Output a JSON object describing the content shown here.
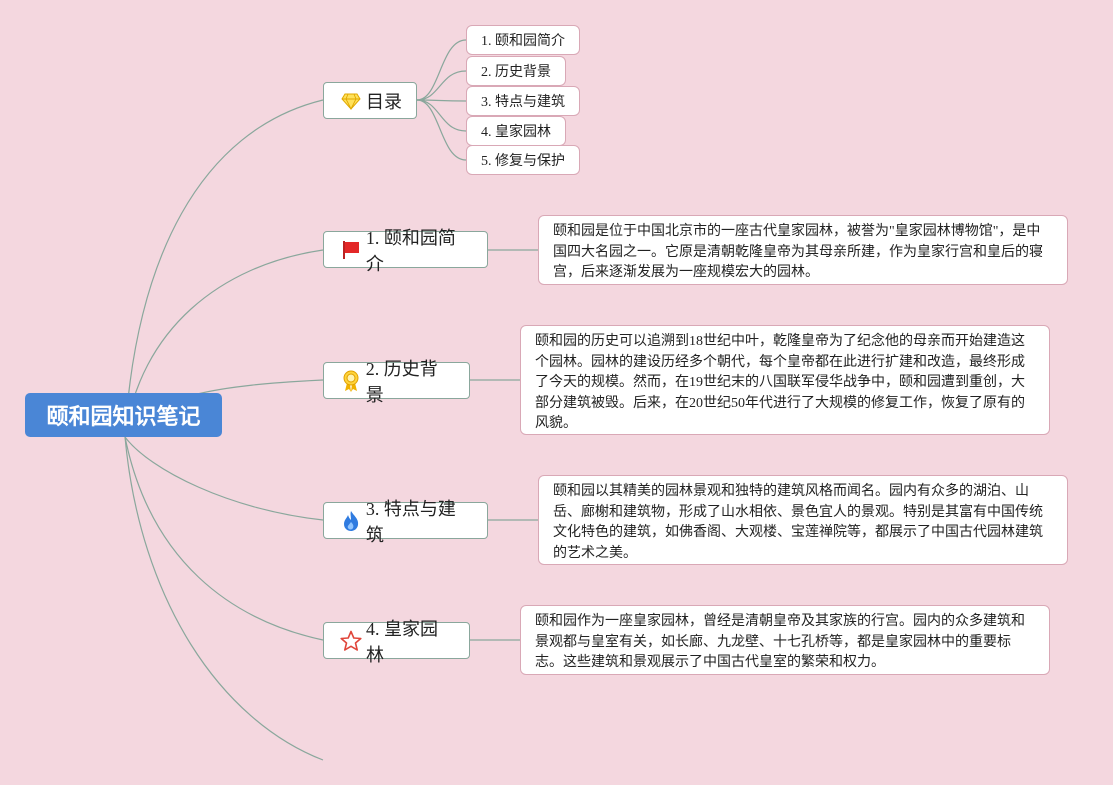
{
  "root": {
    "title": "颐和园知识笔记"
  },
  "toc": {
    "label": "目录",
    "icon": "gem-icon",
    "items": [
      "1. 颐和园简介",
      "2. 历史背景",
      "3. 特点与建筑",
      "4. 皇家园林",
      "5. 修复与保护"
    ]
  },
  "branches": [
    {
      "label": "1. 颐和园简介",
      "icon": "red-flag-icon",
      "text": "颐和园是位于中国北京市的一座古代皇家园林，被誉为\"皇家园林博物馆\"，是中国四大名园之一。它原是清朝乾隆皇帝为其母亲所建，作为皇家行宫和皇后的寝宫，后来逐渐发展为一座规模宏大的园林。"
    },
    {
      "label": "2. 历史背景",
      "icon": "award-medal-icon",
      "text": "颐和园的历史可以追溯到18世纪中叶，乾隆皇帝为了纪念他的母亲而开始建造这个园林。园林的建设历经多个朝代，每个皇帝都在此进行扩建和改造，最终形成了今天的规模。然而，在19世纪末的八国联军侵华战争中，颐和园遭到重创，大部分建筑被毁。后来，在20世纪50年代进行了大规模的修复工作，恢复了原有的风貌。"
    },
    {
      "label": "3. 特点与建筑",
      "icon": "fire-icon",
      "text": "颐和园以其精美的园林景观和独特的建筑风格而闻名。园内有众多的湖泊、山岳、廊榭和建筑物，形成了山水相依、景色宜人的景观。特别是其富有中国传统文化特色的建筑，如佛香阁、大观楼、宝莲禅院等，都展示了中国古代园林建筑的艺术之美。"
    },
    {
      "label": "4. 皇家园林",
      "icon": "star-icon",
      "text": "颐和园作为一座皇家园林，曾经是清朝皇帝及其家族的行宫。园内的众多建筑和景观都与皇室有关，如长廊、九龙壁、十七孔桥等，都是皇家园林中的重要标志。这些建筑和景观展示了中国古代皇室的繁荣和权力。"
    }
  ],
  "colors": {
    "background": "#f4d7df",
    "root": "#4a86d6",
    "connector": "#8aa79c"
  }
}
